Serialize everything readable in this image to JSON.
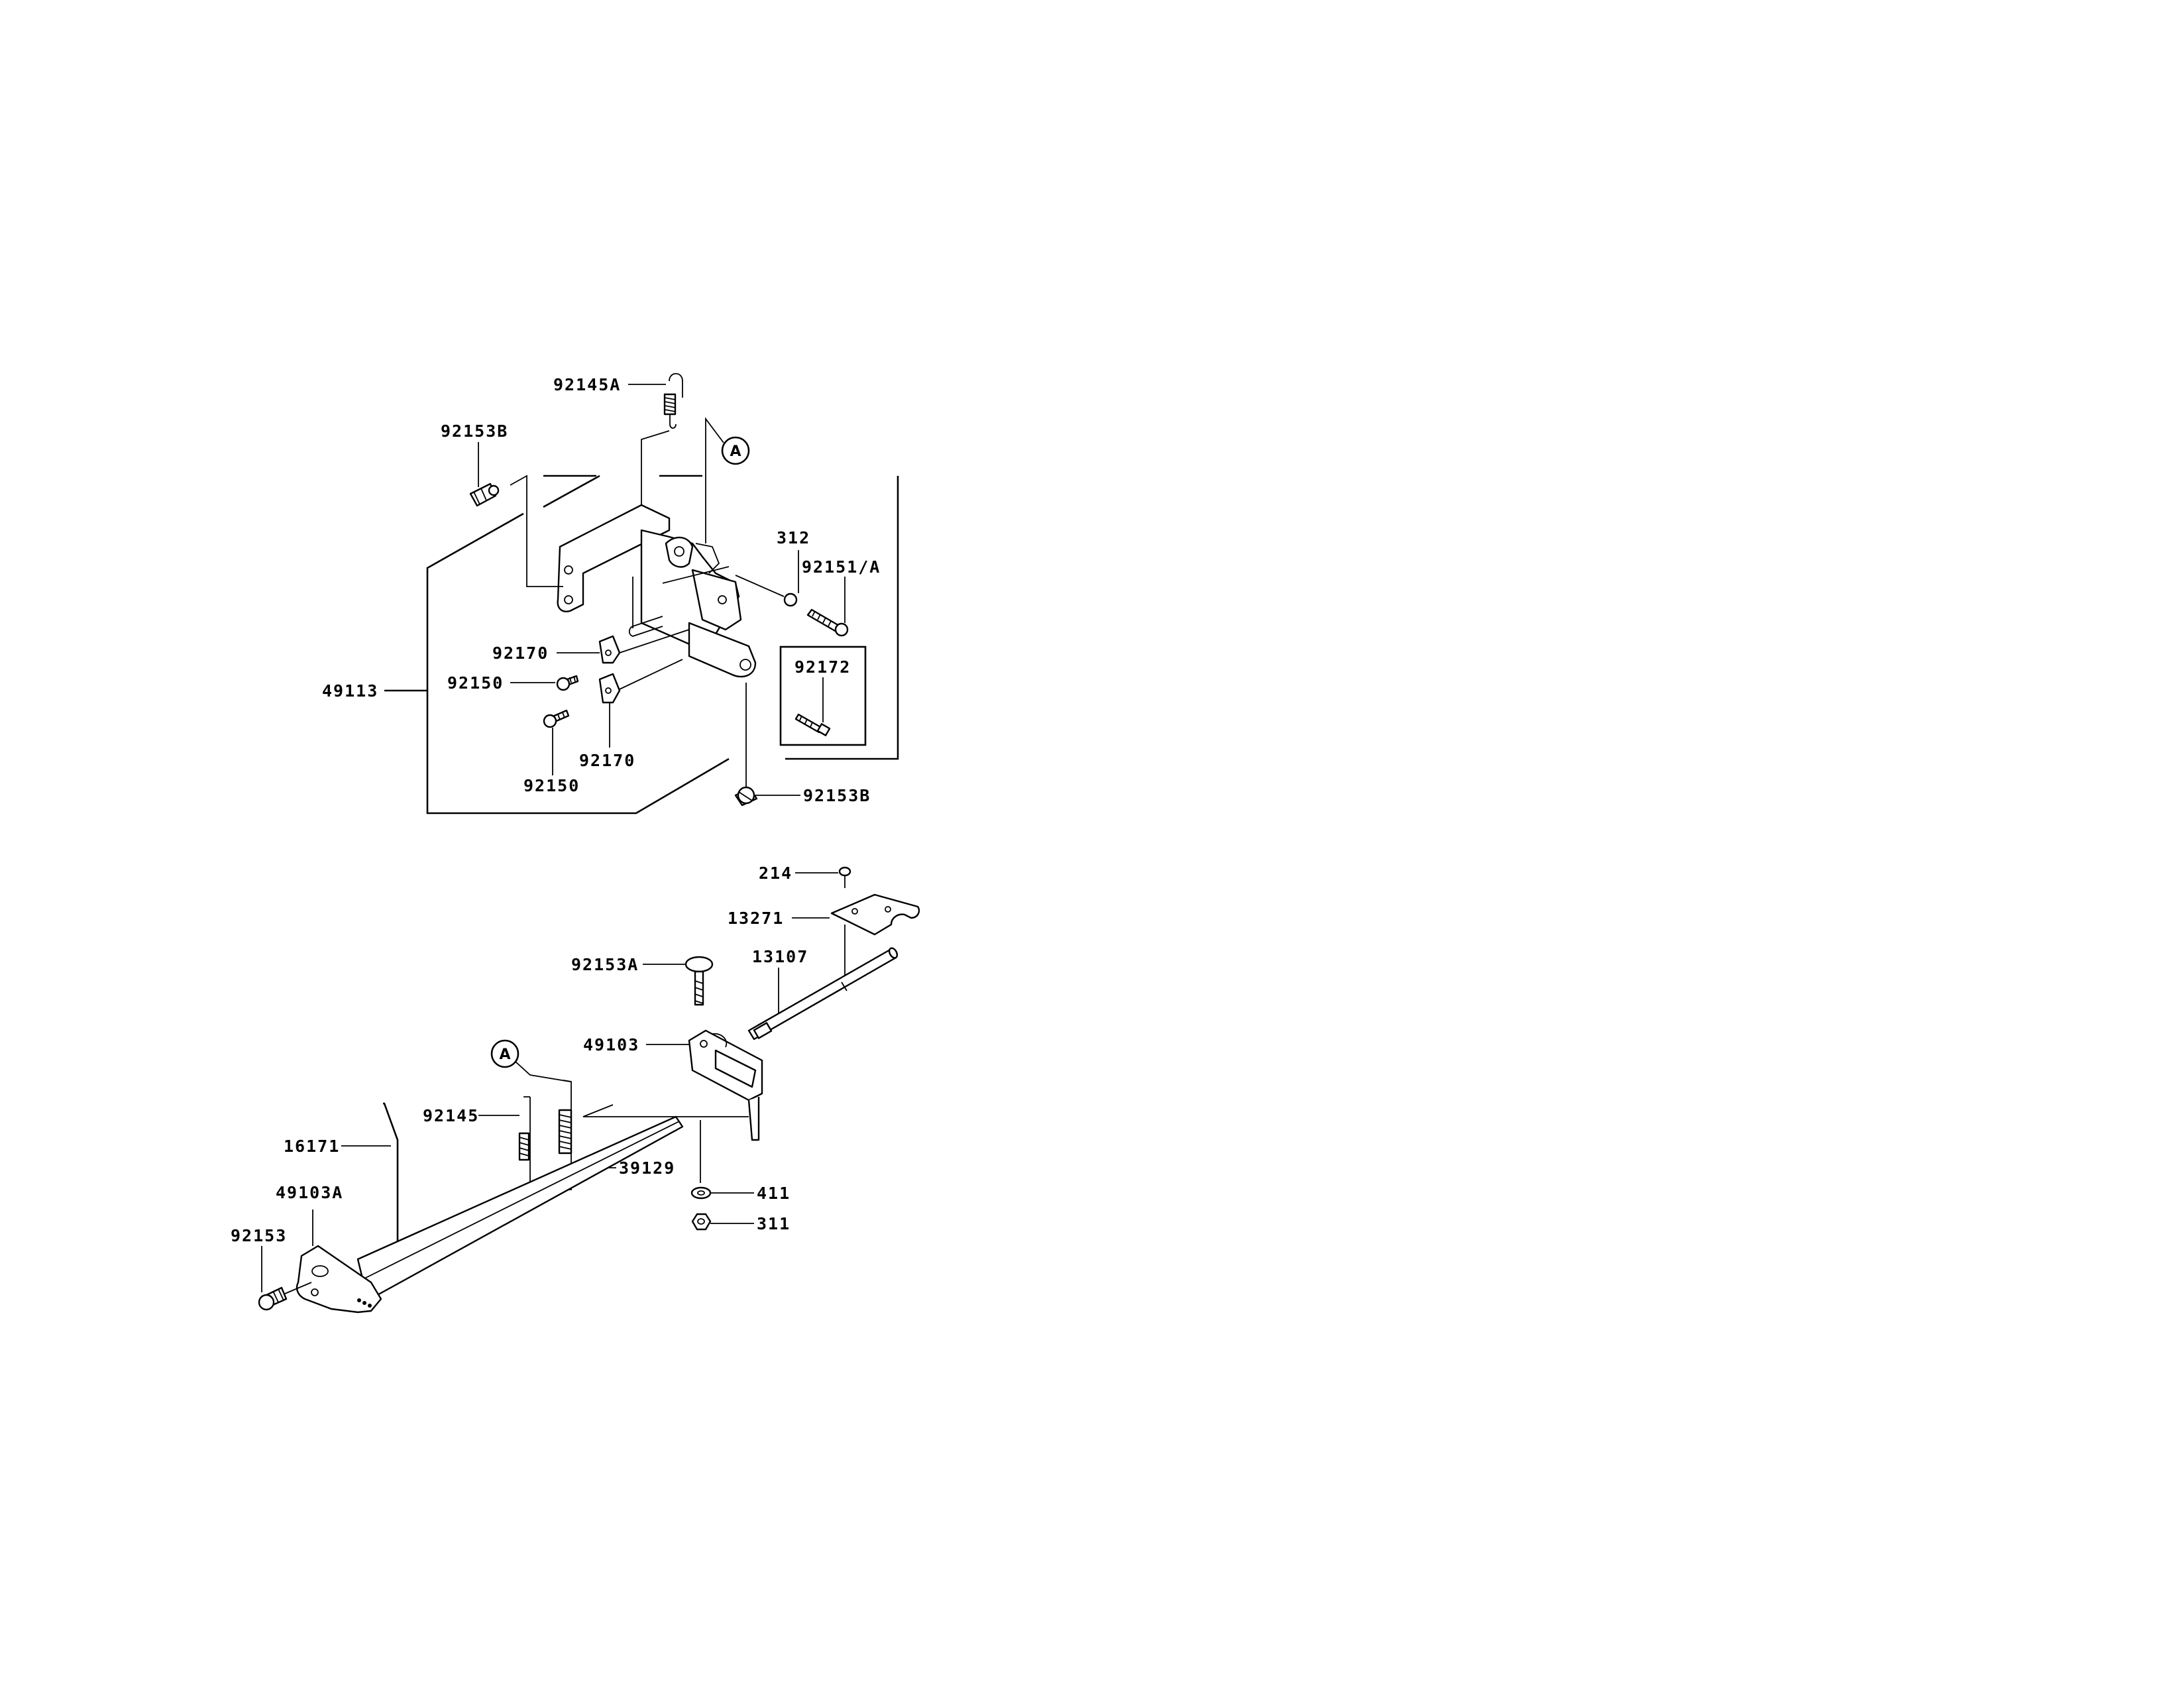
{
  "labels": {
    "spring_top": "92145A",
    "bolt_top_left": "92153B",
    "ref_top": "A",
    "nut_312": "312",
    "screw_92151": "92151/A",
    "plate_92170_upper": "92170",
    "screw_92150_upper": "92150",
    "bracket_assy": "49113",
    "box_screw": "92172",
    "plate_92170_lower": "92170",
    "screw_92150_lower": "92150",
    "bolt_bottom_right": "92153B",
    "screw_214": "214",
    "plate_13271": "13271",
    "bolt_92153A": "92153A",
    "shaft_13107": "13107",
    "lever_49103": "49103",
    "ref_bottom": "A",
    "spring_92145": "92145",
    "rod_16171": "16171",
    "spring_39129": "39129",
    "washer_411": "411",
    "lever_49103A": "49103A",
    "nut_311": "311",
    "bolt_92153": "92153"
  },
  "colors": {
    "ink": "#000000",
    "paper": "#ffffff"
  }
}
